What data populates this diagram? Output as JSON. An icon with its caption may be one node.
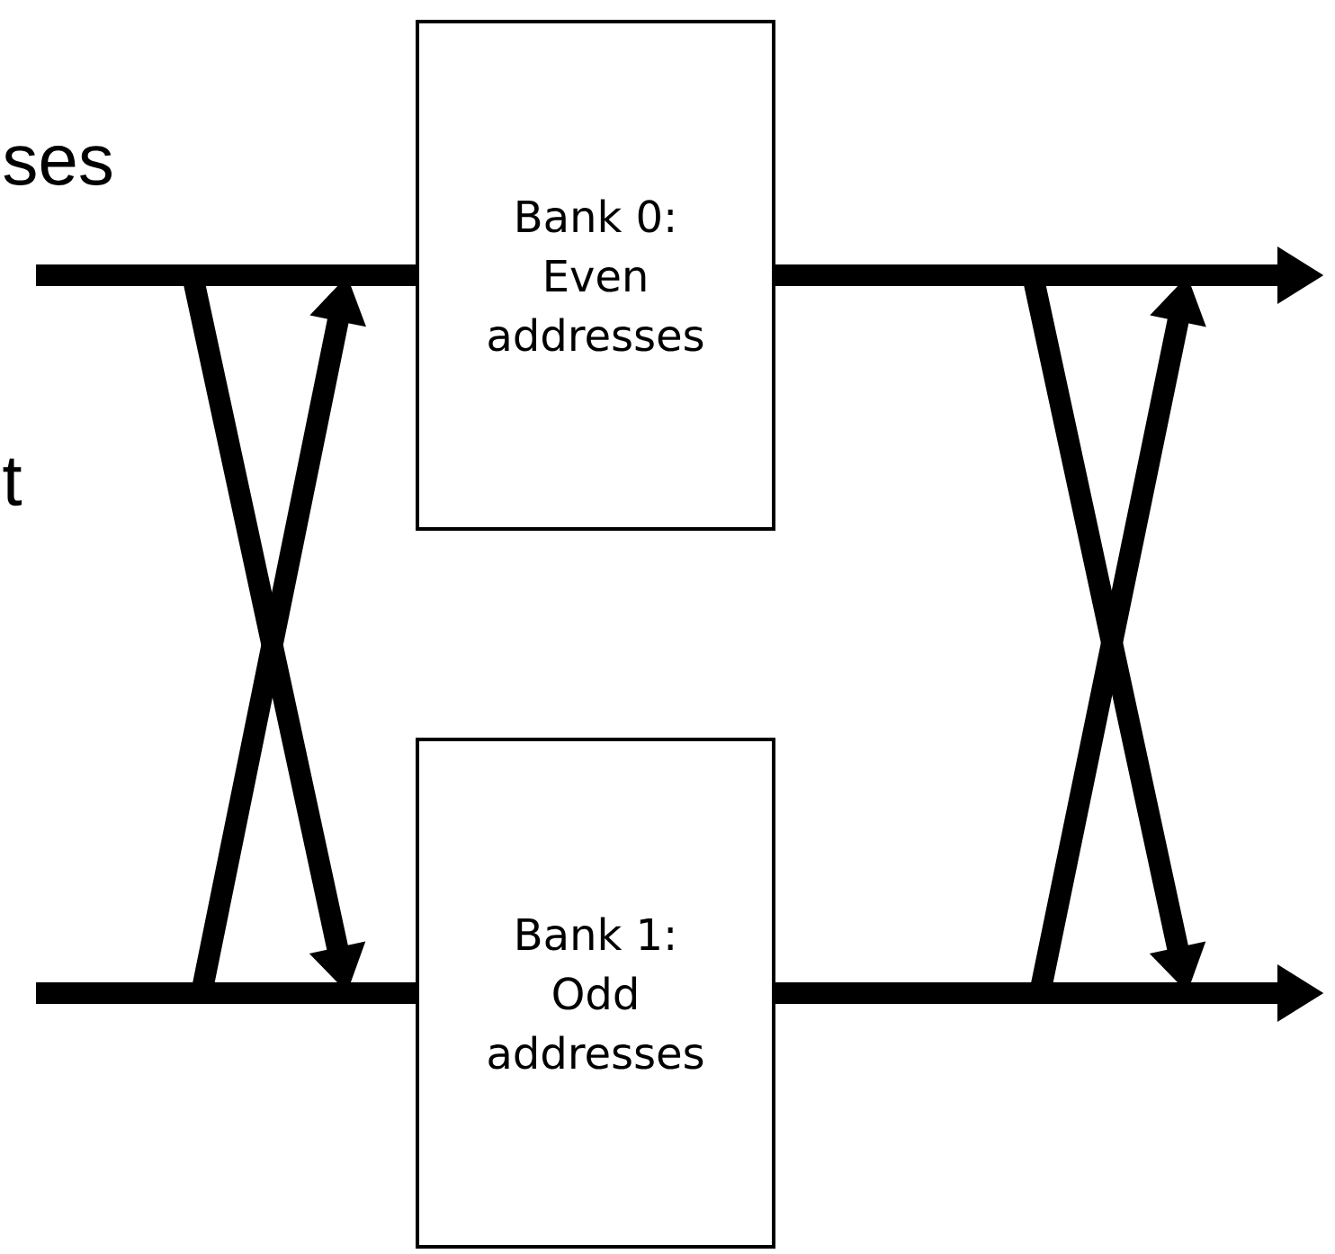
{
  "diagram": {
    "nodes": [
      {
        "text": [
          "Bank 0: Even addresses"
        ]
      },
      {
        "text": [
          "Bank 1: Odd addresses"
        ]
      }
    ],
    "edges": [
      {
        "from": null,
        "to": 0,
        "arrow": "none"
      },
      {
        "from": null,
        "to": 1,
        "arrow": "none"
      },
      {
        "from": 0,
        "to": null,
        "arrow": "to"
      },
      {
        "from": 1,
        "to": null,
        "arrow": "to"
      },
      {
        "from": 0,
        "to": null,
        "arrow": "to"
      },
      {
        "from": 1,
        "to": null,
        "arrow": "to"
      }
    ],
    "labels": [
      "ses",
      "t"
    ]
  }
}
